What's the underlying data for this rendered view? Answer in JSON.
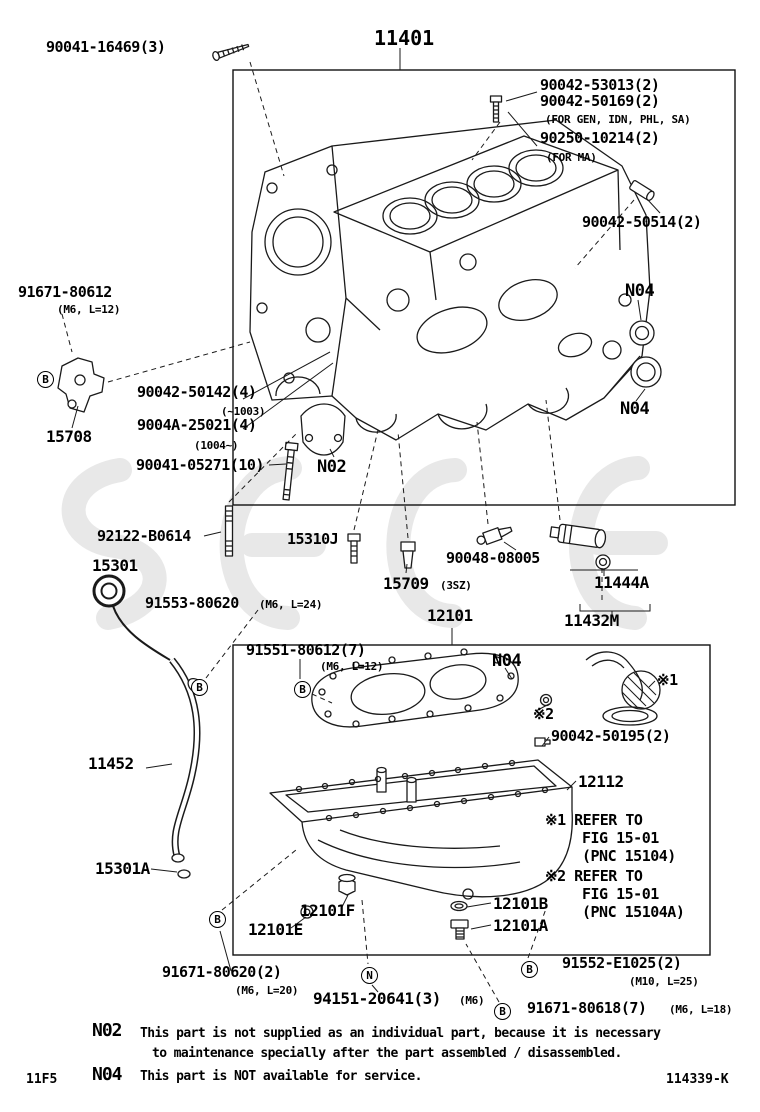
{
  "figure": {
    "id": "11F5",
    "doc": "114339-K",
    "main_part": "11401",
    "title": "Cylinder block & oil pan parts diagram"
  },
  "labels": {
    "p90041_16469": "90041-16469(3)",
    "p11401": "11401",
    "p90042_53013": "90042-53013(2)",
    "p90042_50169": "90042-50169(2)",
    "for_gen": "(FOR GEN, IDN, PHL, SA)",
    "p90250_10214": "90250-10214(2)",
    "for_ma": "(FOR MA)",
    "p90042_50514": "90042-50514(2)",
    "p91671_80612": "91671-80612",
    "m6l12": "(M6, L=12)",
    "n04": "N04",
    "n02": "N02",
    "p15708": "15708",
    "p90042_50142": "90042-50142(4)",
    "r1003": "(~1003)",
    "p9004a_25021": "9004A-25021(4)",
    "r1004": "(1004~)",
    "p90041_05271": "90041-05271(10)",
    "p92122_b0614": "92122-B0614",
    "p15310j": "15310J",
    "p90048_08005": "90048-08005",
    "p15709": "15709",
    "e3sz": "(3SZ)",
    "p11444a": "11444A",
    "p11432m": "11432M",
    "p15301": "15301",
    "p91553_80620": "91553-80620",
    "m6l24": "(M6, L=24)",
    "p12101": "12101",
    "p91551_80612": "91551-80612(7)",
    "p90042_50195": "90042-50195(2)",
    "p12112": "12112",
    "p11452": "11452",
    "p15301a": "15301A",
    "p12101f": "12101F",
    "p12101e": "12101E",
    "p12101b": "12101B",
    "p12101a": "12101A",
    "p91671_80620": "91671-80620(2)",
    "m6l20": "(M6, L=20)",
    "p94151_20641": "94151-20641(3)",
    "m6": "(M6)",
    "p91552_e1025": "91552-E1025(2)",
    "m10l25": "(M10, L=25)",
    "p91671_80618": "91671-80618(7)",
    "m6l18": "(M6, L=18)",
    "ref1": "※1",
    "ref2": "※2",
    "ref1_refer": "※1 REFER TO",
    "ref2_refer": "※2 REFER TO",
    "fig1501": "FIG 15-01",
    "pnc15104": "(PNC 15104)",
    "pnc15104a": "(PNC 15104A)"
  },
  "callouts": {
    "b": "B",
    "n": "N"
  },
  "notes": {
    "n02_code": "N02",
    "n02_line1": "This part is not supplied as an individual part, because it is necessary",
    "n02_line2": "to maintenance specially after the part assembled / disassembled.",
    "n04_code": "N04",
    "n04_text": "This part is NOT available for service."
  },
  "colors": {
    "line": "#1a1a1a",
    "watermark": "#d6d6d6"
  }
}
